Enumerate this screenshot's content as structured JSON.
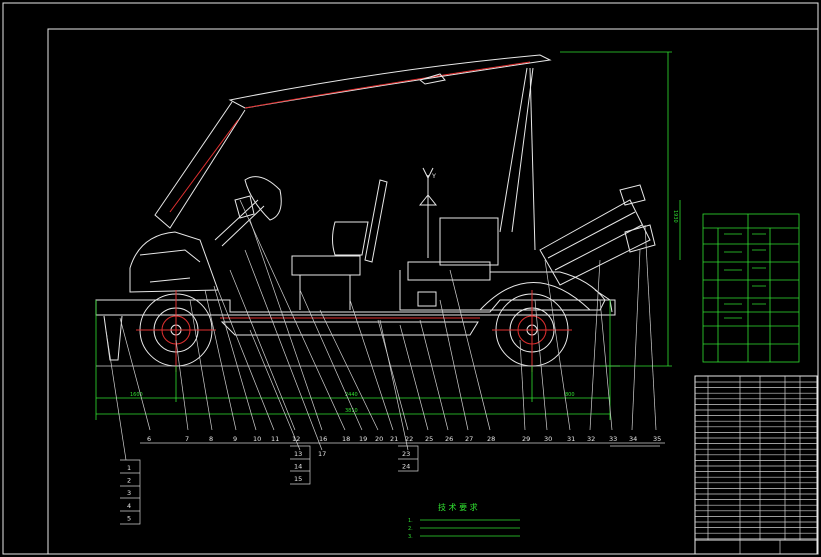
{
  "callouts_top_row": [
    "6",
    "7",
    "8",
    "9",
    "10",
    "11",
    "12",
    "16",
    "18",
    "19",
    "20",
    "21",
    "22",
    "25",
    "26",
    "27",
    "28",
    "29",
    "30",
    "31",
    "32",
    "33",
    "34",
    "35"
  ],
  "callouts_left_stack": [
    "1",
    "2",
    "3",
    "4",
    "5"
  ],
  "callouts_mid_stack": [
    "13",
    "14",
    "15"
  ],
  "callout_17": "17",
  "callouts_right_stack": [
    "23",
    "24"
  ],
  "axis_label": "Y",
  "notes_title": "技 术 要 求",
  "notes_lines": [
    "1. ",
    "2. ",
    "3. "
  ],
  "colors": {
    "background": "#000000",
    "frame": "#e8e8e8",
    "dimension": "#30e030",
    "centerline": "#e03030"
  }
}
